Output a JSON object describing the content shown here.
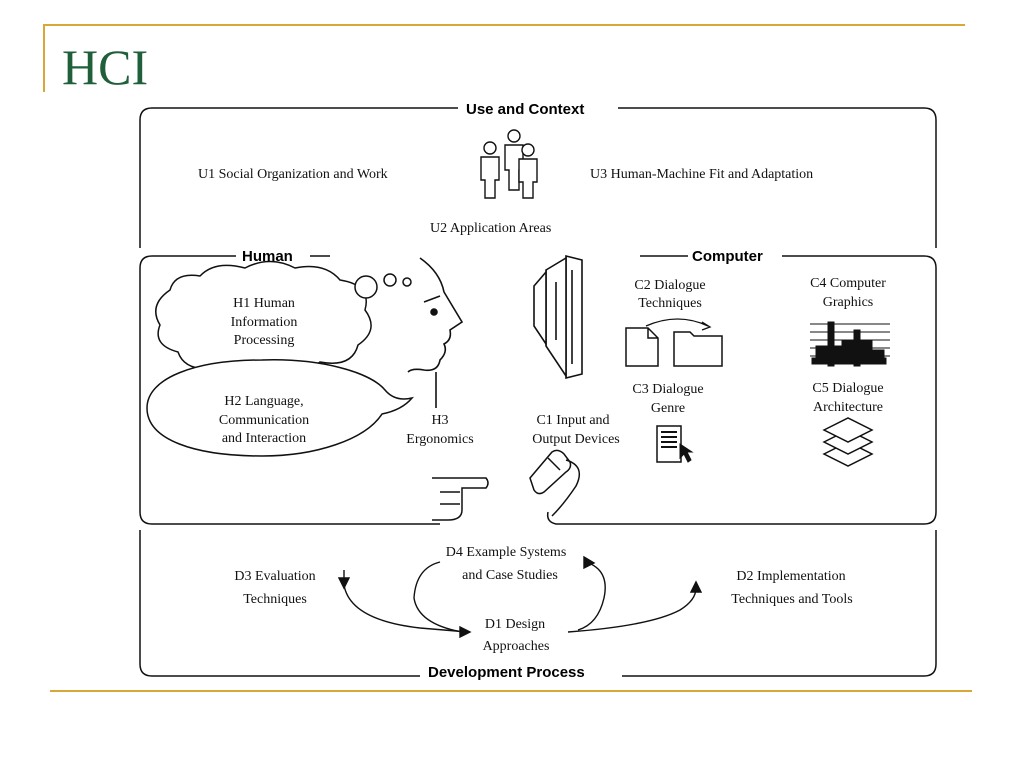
{
  "slide": {
    "title": "HCI"
  },
  "colors": {
    "title": "#1f5f3a",
    "accent_rule": "#d9a63a",
    "diagram_ink": "#111111"
  },
  "diagram": {
    "sections": {
      "use": "Use and Context",
      "human": "Human",
      "computer": "Computer",
      "development": "Development Process"
    },
    "use": {
      "u1": "U1 Social Organization and Work",
      "u2": "U2 Application Areas",
      "u3": "U3 Human-Machine Fit and Adaptation"
    },
    "human": {
      "h1": [
        "H1 Human",
        "Information",
        "Processing"
      ],
      "h2": [
        "H2 Language,",
        "Communication",
        "and Interaction"
      ],
      "h3": [
        "H3",
        "Ergonomics"
      ]
    },
    "computer": {
      "c1": [
        "C1 Input and",
        "Output Devices"
      ],
      "c2": [
        "C2 Dialogue",
        "Techniques"
      ],
      "c3": [
        "C3 Dialogue",
        "Genre"
      ],
      "c4": [
        "C4 Computer",
        "Graphics"
      ],
      "c5": [
        "C5 Dialogue",
        "Architecture"
      ]
    },
    "development": {
      "d1": [
        "D1 Design",
        "Approaches"
      ],
      "d2": [
        "D2 Implementation",
        "Techniques and Tools"
      ],
      "d3": [
        "D3 Evaluation",
        "Techniques"
      ],
      "d4": [
        "D4 Example Systems",
        "and Case Studies"
      ]
    },
    "icons": [
      "people-icon",
      "head-profile-icon",
      "thought-cloud-icon",
      "speech-bubble-icon",
      "pointing-hand-icon",
      "monitor-icon",
      "document-icon",
      "folder-icon",
      "text-page-icon",
      "mouse-icon",
      "graphics-bars-icon",
      "layers-icon"
    ]
  }
}
